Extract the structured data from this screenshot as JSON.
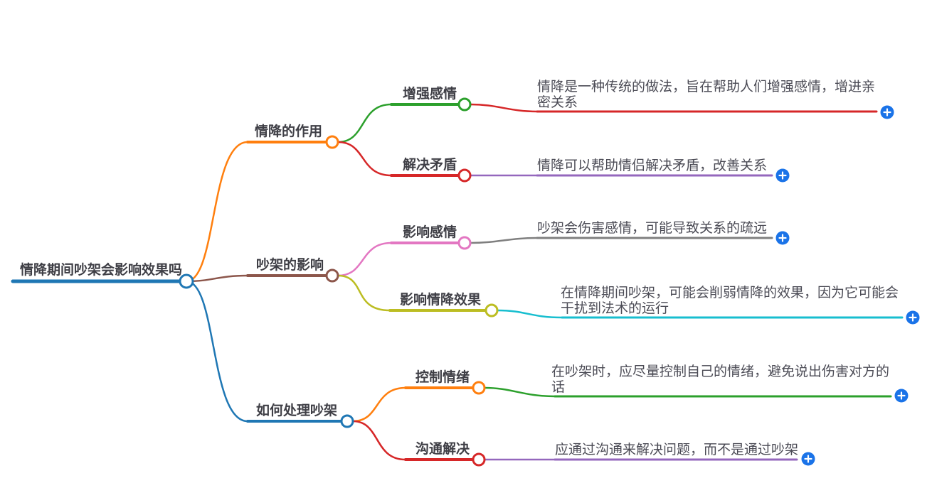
{
  "title": "情降期间吵架会影响效果吗",
  "colors": {
    "blue": "#1f77b4",
    "orange": "#ff7f0e",
    "green": "#2ca02c",
    "red": "#d62728",
    "purple": "#9467bd",
    "brown": "#8c564b",
    "pink": "#e377c2",
    "gray": "#7f7f7f",
    "olive": "#bcbd22",
    "cyan": "#17becf",
    "plus_bg": "#1a73e8",
    "plus_glyph": "#ffffff",
    "node_fill": "#ffffff"
  },
  "root": {
    "label": "情降期间吵架会影响效果吗"
  },
  "branches": [
    {
      "label": "情降的作用",
      "children": [
        {
          "label": "增强感情",
          "note": "情降是一种传统的做法，旨在帮助人们增强感情，增进亲密关系"
        },
        {
          "label": "解决矛盾",
          "note": "情降可以帮助情侣解决矛盾，改善关系"
        }
      ]
    },
    {
      "label": "吵架的影响",
      "children": [
        {
          "label": "影响感情",
          "note": "吵架会伤害感情，可能导致关系的疏远"
        },
        {
          "label": "影响情降效果",
          "note": "在情降期间吵架，可能会削弱情降的效果，因为它可能会干扰到法术的运行"
        }
      ]
    },
    {
      "label": "如何处理吵架",
      "children": [
        {
          "label": "控制情绪",
          "note": "在吵架时，应尽量控制自己的情绪，避免说出伤害对方的话"
        },
        {
          "label": "沟通解决",
          "note": "应通过沟通来解决问题，而不是通过吵架"
        }
      ]
    }
  ]
}
